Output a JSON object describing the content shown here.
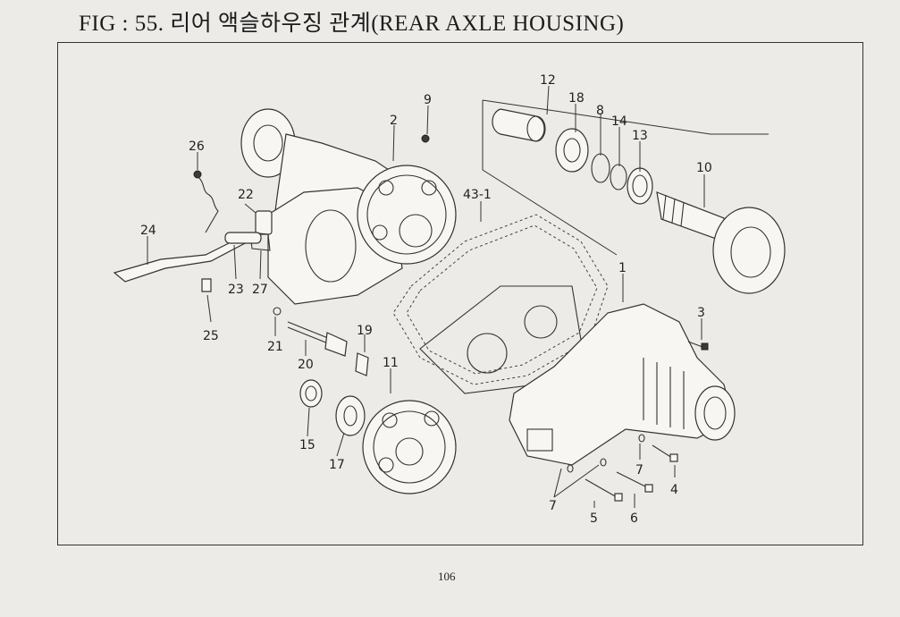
{
  "title": "FIG : 55. 리어 액슬하우징 관계(REAR AXLE HOUSING)",
  "page_number": "106",
  "callouts": {
    "c1": "1",
    "c2": "2",
    "c3": "3",
    "c4": "4",
    "c5": "5",
    "c6": "6",
    "c7a": "7",
    "c7b": "7",
    "c8": "8",
    "c9": "9",
    "c10": "10",
    "c11": "11",
    "c12": "12",
    "c13": "13",
    "c14": "14",
    "c15": "15",
    "c17": "17",
    "c18": "18",
    "c19": "19",
    "c20": "20",
    "c21": "21",
    "c22": "22",
    "c23": "23",
    "c24": "24",
    "c25": "25",
    "c26": "26",
    "c27": "27",
    "c43": "43-1"
  }
}
